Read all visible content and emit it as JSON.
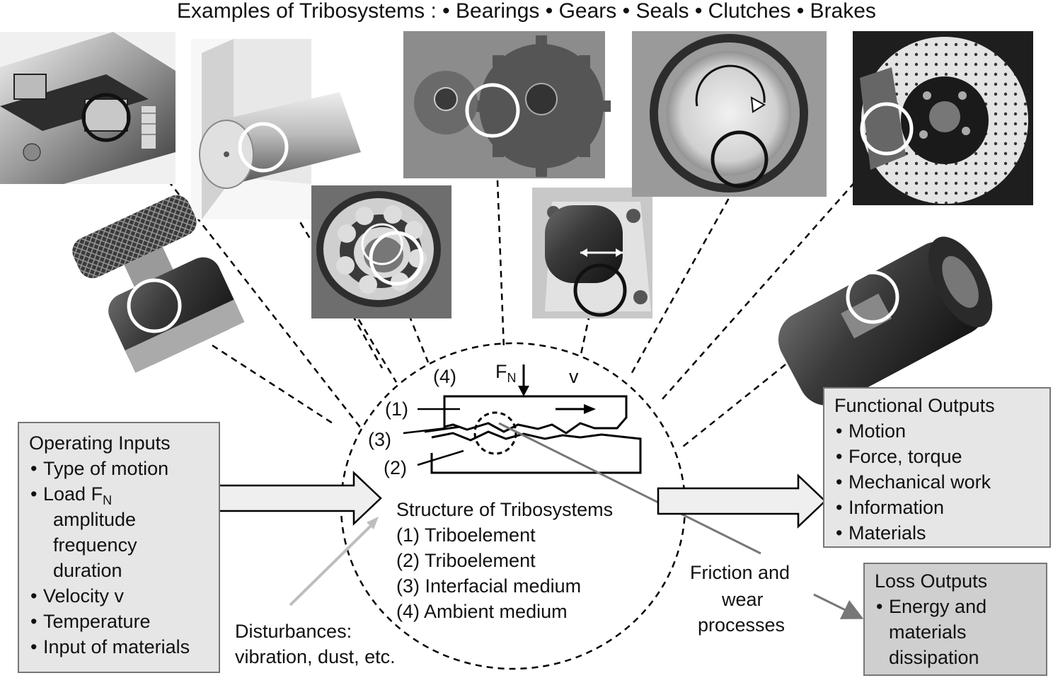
{
  "header": {
    "title": "Examples of Tribosystems : • Bearings  • Gears  • Seals  • Clutches •  Brakes"
  },
  "diagram": {
    "contact_labels": {
      "ambient": "(4)",
      "force": "F",
      "force_sub": "N",
      "velocity": "v",
      "element1": "(1)",
      "element2": "(2)",
      "interface": "(3)"
    },
    "structure": {
      "heading": "Structure of Tribosystems",
      "items": [
        "(1) Triboelement",
        "(2) Triboelement",
        "(3) Interfacial medium",
        "(4) Ambient medium"
      ]
    },
    "disturbances": {
      "line1": "Disturbances:",
      "line2": "vibration, dust, etc."
    },
    "friction": {
      "line1": "Friction and",
      "line2": "wear",
      "line3": "processes"
    }
  },
  "operating_inputs": {
    "heading": "Operating Inputs",
    "items": {
      "motion": "Type of motion",
      "load": "Load F",
      "load_sub": "N",
      "load_details": [
        "amplitude",
        "frequency",
        "duration"
      ],
      "velocity": "Velocity v",
      "temperature": "Temperature",
      "materials": "Input of materials"
    }
  },
  "functional_outputs": {
    "heading": "Functional Outputs",
    "items": [
      "Motion",
      "Force, torque",
      "Mechanical work",
      "Information",
      "Materials"
    ]
  },
  "loss_outputs": {
    "heading": "Loss Outputs",
    "item_lines": [
      "Energy and",
      "materials",
      "dissipation"
    ]
  },
  "colors": {
    "line": "#000000",
    "box_border": "#777777",
    "functional_fill": "#e6e6e6",
    "inputs_fill": "#e6e6e6",
    "loss_fill": "#cfcfcf",
    "arrow_fill": "#efefef",
    "disturbance_arrow": "#bdbdbd",
    "friction_arrow": "#777777"
  }
}
